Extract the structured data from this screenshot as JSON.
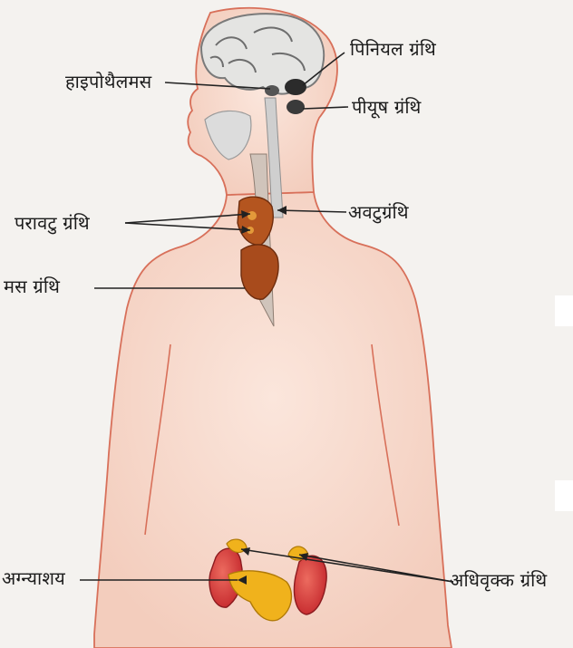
{
  "labels": {
    "pineal": "पिनियल ग्रंथि",
    "hypothalamus": "हाइपोथैलमस",
    "pituitary": "पीयूष ग्रंथि",
    "thyroid": "अवटुग्रंथि",
    "parathyroid": "परावटु ग्रंथि",
    "thymus": "मस ग्रंथि",
    "pancreas": "अग्न्याशय",
    "adrenal": "अधिवृक्क ग्रंथि"
  },
  "colors": {
    "body_skin": "#f6ddd0",
    "body_outline": "#d8705a",
    "brain": "#d9d9d9",
    "kidney": "#d8373a",
    "pancreas": "#f0b21c",
    "thyroid": "#b4551f",
    "label_text": "#1c1c1c"
  }
}
